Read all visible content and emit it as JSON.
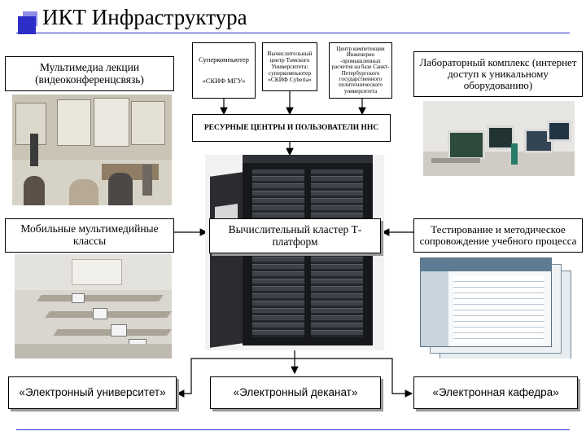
{
  "title": "ИКТ Инфраструктура",
  "colors": {
    "accent": "#2d2dc8",
    "accent_light": "#8f8fe6",
    "arrow": "#000000",
    "box_border": "#000000"
  },
  "boxes": {
    "multimedia": "Мультимедиа лекции (видеоконференцсвязь)",
    "skif_msu_title": "Суперкомпьютер",
    "skif_msu_name": "«СКИФ МГУ»",
    "tomsk": "Вычислительный центр Томского Университета: суперкомпьютер «СКИФ Cyberia»",
    "spb": "Центр компетенции Инженерно -промышленных расчетов на базе Санкт-Петербургского государственного политехнического университета",
    "lab": "Лабораторный комплекс (интернет доступ к уникальному оборудованию)",
    "resource_centers": "РЕСУРНЫЕ ЦЕНТРЫ И ПОЛЬЗОВАТЕЛИ ННС",
    "mobile": "Мобильные мультимедийные классы",
    "cluster": "Вычислительный кластер Т-платформ",
    "testing": "Тестирование и методическое сопровождение учебного процесса",
    "e_university": "«Электронный университет»",
    "e_deanery": "«Электронный деканат»",
    "e_department": "«Электронная кафедра»"
  },
  "icons": {
    "title_marker": "square-marker-icon"
  }
}
